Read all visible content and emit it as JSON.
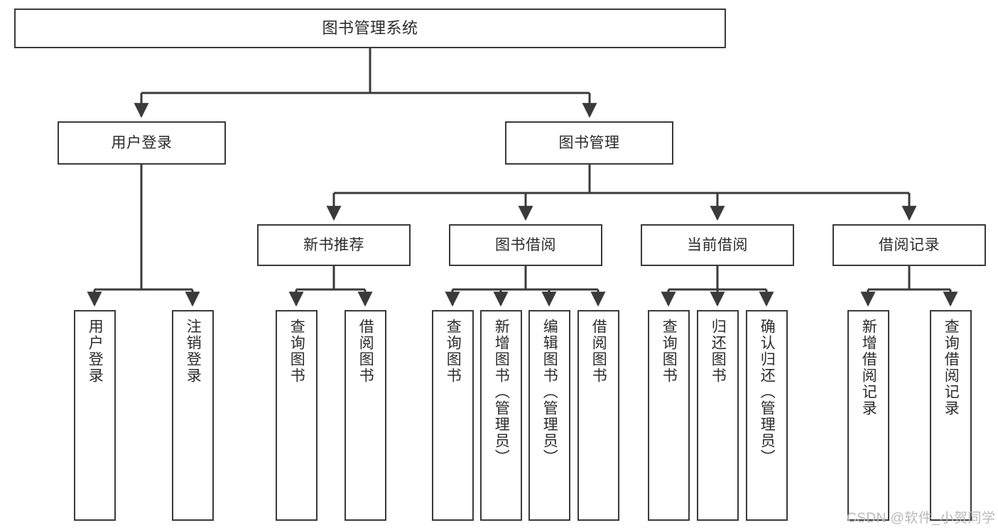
{
  "diagram": {
    "title": "图书管理系统",
    "type": "functional-structure-tree",
    "colors": {
      "border": "#3a3a3a",
      "text": "#2b2b2b",
      "background": "#ffffff",
      "watermark": "#b9b9b9"
    },
    "root": {
      "label": "图书管理系统"
    },
    "level1": [
      {
        "label": "用户登录"
      },
      {
        "label": "图书管理"
      }
    ],
    "level2": [
      {
        "label": "新书推荐"
      },
      {
        "label": "图书借阅"
      },
      {
        "label": "当前借阅"
      },
      {
        "label": "借阅记录"
      }
    ],
    "leaves": {
      "user_login": [
        {
          "label": "用户登录"
        },
        {
          "label": "注销登录"
        }
      ],
      "new_book_recommend": [
        {
          "label": "查询图书"
        },
        {
          "label": "借阅图书"
        }
      ],
      "book_borrow": [
        {
          "label": "查询图书"
        },
        {
          "label": "新增图书（管理员）"
        },
        {
          "label": "编辑图书（管理员）"
        },
        {
          "label": "借阅图书"
        }
      ],
      "current_borrow": [
        {
          "label": "查询图书"
        },
        {
          "label": "归还图书"
        },
        {
          "label": "确认归还（管理员）"
        }
      ],
      "borrow_record": [
        {
          "label": "新增借阅记录"
        },
        {
          "label": "查询借阅记录"
        }
      ]
    },
    "watermark": "CSDN @软件_小贺同学"
  }
}
